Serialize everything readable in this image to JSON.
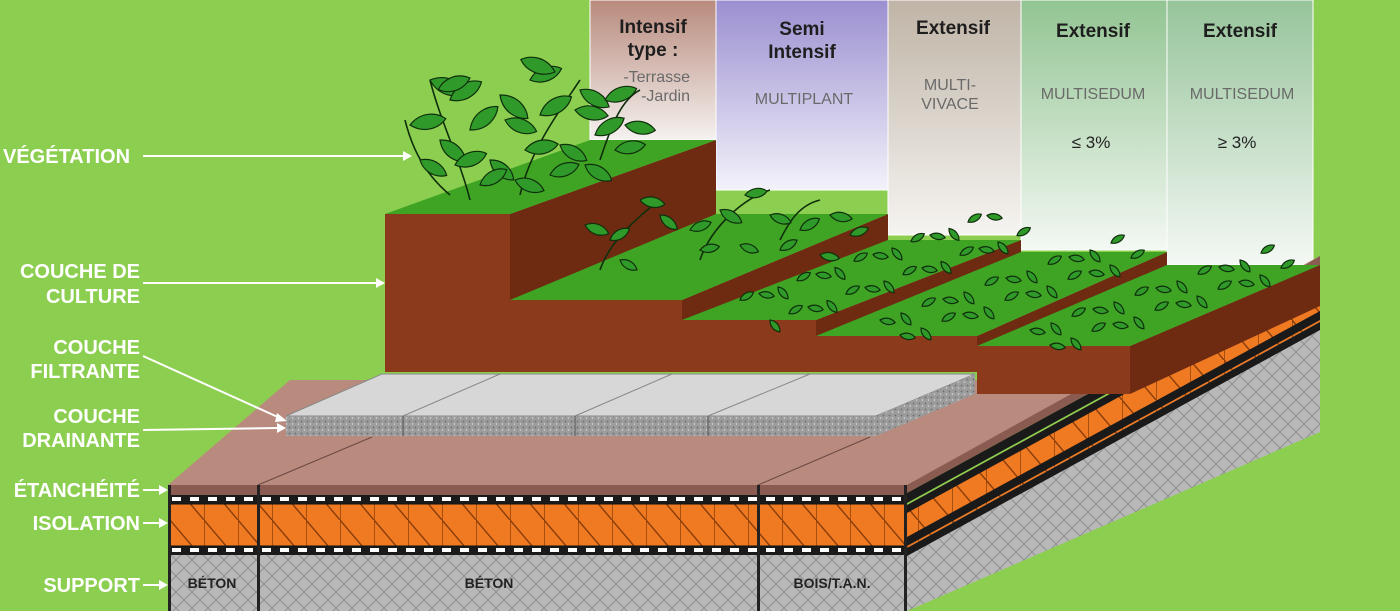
{
  "layers": {
    "vegetation": "VÉGÉTATION",
    "culture_1": "COUCHE DE",
    "culture_2": "CULTURE",
    "filtrante_1": "COUCHE",
    "filtrante_2": "FILTRANTE",
    "drainante_1": "COUCHE",
    "drainante_2": "DRAINANTE",
    "etancheite": "ÉTANCHÉITÉ",
    "isolation": "ISOLATION",
    "support": "SUPPORT"
  },
  "panels": [
    {
      "title_1": "Intensif",
      "title_2": "type :",
      "sub_1": "-Terrasse",
      "sub_2": "-Jardin",
      "slope": ""
    },
    {
      "title_1": "Semi",
      "title_2": "Intensif",
      "sub_1": "MULTIPLANT",
      "sub_2": "",
      "slope": ""
    },
    {
      "title_1": "Extensif",
      "title_2": "",
      "sub_1": "MULTI-",
      "sub_2": "VIVACE",
      "slope": ""
    },
    {
      "title_1": "Extensif",
      "title_2": "",
      "sub_1": "MULTISEDUM",
      "sub_2": "",
      "slope": "≤ 3%"
    },
    {
      "title_1": "Extensif",
      "title_2": "",
      "sub_1": "MULTISEDUM",
      "sub_2": "",
      "slope": "≥ 3%"
    }
  ],
  "supports": [
    "BÉTON",
    "BÉTON",
    "BOIS/T.A.N."
  ],
  "colors": {
    "background": "#8ccf50",
    "soil": "#8b3a1c",
    "grass": "#3fa424",
    "insulation": "#f07a22",
    "membrane": "#b98a7e",
    "concrete": "#b9b9b9"
  }
}
